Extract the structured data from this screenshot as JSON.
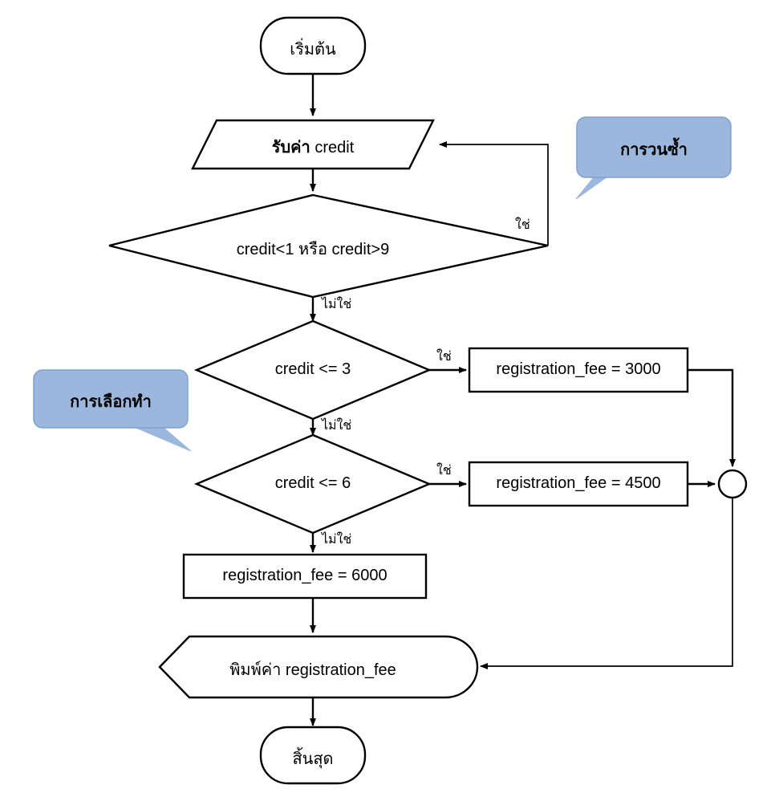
{
  "diagram": {
    "type": "flowchart",
    "language": "th",
    "background": "#ffffff",
    "stroke_color": "#000000",
    "callout_fill": "#9cb7de",
    "callout_stroke": "#7fa0cc"
  },
  "nodes": {
    "start": {
      "shape": "terminator",
      "label": "เริ่มต้น"
    },
    "input_credit": {
      "shape": "parallelogram",
      "label_bold": "รับค่า",
      "label_rest": " credit"
    },
    "decision_range": {
      "shape": "diamond",
      "label": "credit<1 หรือ credit>9"
    },
    "decision_le3": {
      "shape": "diamond",
      "label": "credit <= 3"
    },
    "decision_le6": {
      "shape": "diamond",
      "label": "credit <= 6"
    },
    "fee_3000": {
      "shape": "rectangle",
      "label": "registration_fee = 3000"
    },
    "fee_4500": {
      "shape": "rectangle",
      "label": "registration_fee = 4500"
    },
    "fee_6000": {
      "shape": "rectangle",
      "label": "registration_fee = 6000"
    },
    "merge_connector": {
      "shape": "circle",
      "label": ""
    },
    "output_print": {
      "shape": "display",
      "label": "พิมพ์ค่า registration_fee"
    },
    "end": {
      "shape": "terminator",
      "label": "สิ้นสุด"
    }
  },
  "edge_labels": {
    "range_yes": "ใช่",
    "range_no": "ไม่ใช่",
    "le3_yes": "ใช่",
    "le3_no": "ไม่ใช่",
    "le6_yes": "ใช่",
    "le6_no": "ไม่ใช่"
  },
  "callouts": {
    "loop": {
      "label": "การวนซ้ำ",
      "tail": "bottom-left"
    },
    "selection": {
      "label": "การเลือกทำ",
      "tail": "bottom-right"
    }
  }
}
